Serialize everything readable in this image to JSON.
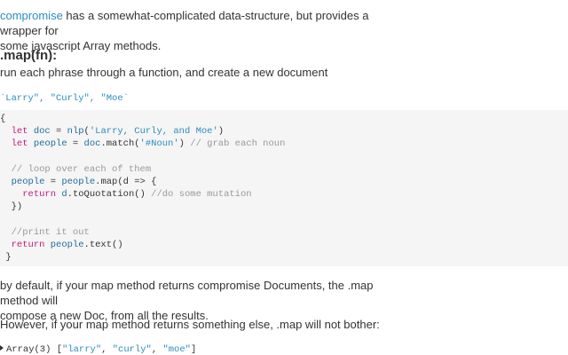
{
  "intro": {
    "link": "compromise",
    "text_line1": " has a somewhat-complicated data-structure, but provides a wrapper for",
    "text_line2": "some javascript Array methods."
  },
  "method": {
    "title": ".map(fn):",
    "description": "run each phrase through a function, and create a new document"
  },
  "inline_code": "`Larry\", \"Curly\", \"Moe`",
  "code": {
    "l1": "{",
    "l2_kw": "let",
    "l2_var": " doc",
    "l2_op": " = ",
    "l2_fn": "nlp",
    "l2_p1": "(",
    "l2_str": "'Larry, Curly, and Moe'",
    "l2_p2": ")",
    "l3_kw": "let",
    "l3_var": " people",
    "l3_op": " = ",
    "l3_obj": "doc",
    "l3_m": ".match(",
    "l3_str": "'#Noun'",
    "l3_p": ")",
    "l3_cmt": " // grab each noun",
    "l5_cmt": "// loop over each of them",
    "l6_var": "people",
    "l6_op": " = ",
    "l6_obj": "people",
    "l6_rest": ".map(d => {",
    "l7_kw": "return",
    "l7_obj": " d",
    "l7_rest": ".toQuotation() ",
    "l7_cmt": "//do some mutation",
    "l8": "})",
    "l10_cmt": "//print it out",
    "l11_kw": "return",
    "l11_obj": " people",
    "l11_rest": ".text()",
    "l12": "}"
  },
  "para1": {
    "line1": "by default, if your map method returns compromise Documents, the .map method will",
    "line2": "compose a new Doc, from all the results."
  },
  "para2": "However, if your map method returns something else, .map will not bother:",
  "result": {
    "prefix": "Array(3) [",
    "item1": "\"larry\"",
    "sep1": ", ",
    "item2": "\"curly\"",
    "sep2": ", ",
    "item3": "\"moe\"",
    "suffix": "]"
  }
}
